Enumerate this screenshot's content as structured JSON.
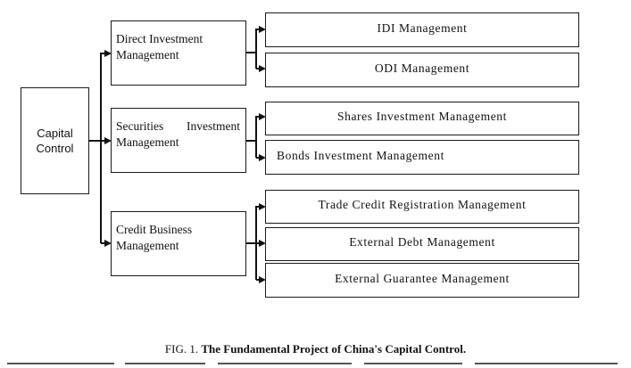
{
  "diagram": {
    "root": {
      "label_line1": "Capital",
      "label_line2": "Control"
    },
    "branches": [
      {
        "label_line1": "Direct Investment",
        "label_line2": "Management",
        "children": [
          "IDI Management",
          "ODI Management"
        ]
      },
      {
        "label_line1": "Securities Investment",
        "label_line2": "Management",
        "children": [
          "Shares Investment Management",
          "Bonds Investment Management"
        ]
      },
      {
        "label_line1": "Credit Business",
        "label_line2": "Management",
        "children": [
          "Trade Credit Registration Management",
          "External Debt Management",
          "External Guarantee Management"
        ]
      }
    ]
  },
  "caption": {
    "prefix": "FIG. 1.",
    "title": "The Fundamental Project of China's Capital Control."
  }
}
